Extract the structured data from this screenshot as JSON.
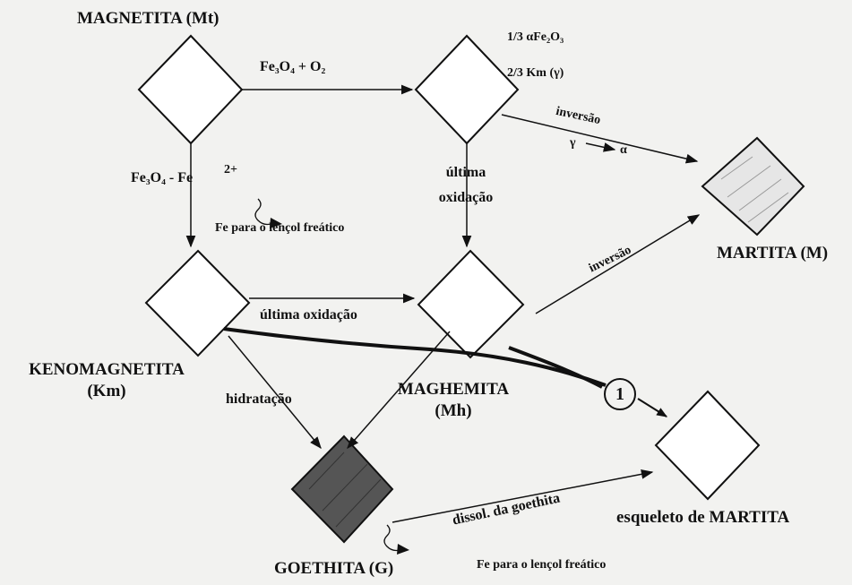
{
  "minerals": {
    "magnetita": "MAGNETITA (Mt)",
    "kenomagnetita_line1": "KENOMAGNETITA",
    "kenomagnetita_line2": "(Km)",
    "maghemita_line1": "MAGHEMITA",
    "maghemita_line2": "(Mh)",
    "martita": "MARTITA (M)",
    "esqueleto": "esqueleto de MARTITA",
    "goethita": "GOETHITA (G)"
  },
  "reactions": {
    "mt_oxidation": "Fe₃O₄ + O₂",
    "intermediate_1": "1/3 αFe₂O₃",
    "intermediate_2": "2/3 Km (γ)",
    "mt_leach": "Fe₃O₄ - Fe",
    "mt_leach_charge": "2+",
    "fe_to_water_1": "Fe para o lençol freático",
    "ultima_oxidacao_1": "última",
    "ultima_oxidacao_2": "oxidação",
    "inversion_1": "inversão",
    "inversion_gamma": "γ",
    "inversion_alpha": "α",
    "inversion_2": "inversão",
    "km_to_mh": "última oxidação",
    "hidratacao": "hidratação",
    "dissol": "dissol. da goethita",
    "fe_to_water_2": "Fe para o lençol freático",
    "route_marker": "1"
  },
  "colors": {
    "line": "#111111",
    "crystal_fill": "#ffffff",
    "goethite_fill": "#555555",
    "martita_texture": "#9a9a9a"
  }
}
